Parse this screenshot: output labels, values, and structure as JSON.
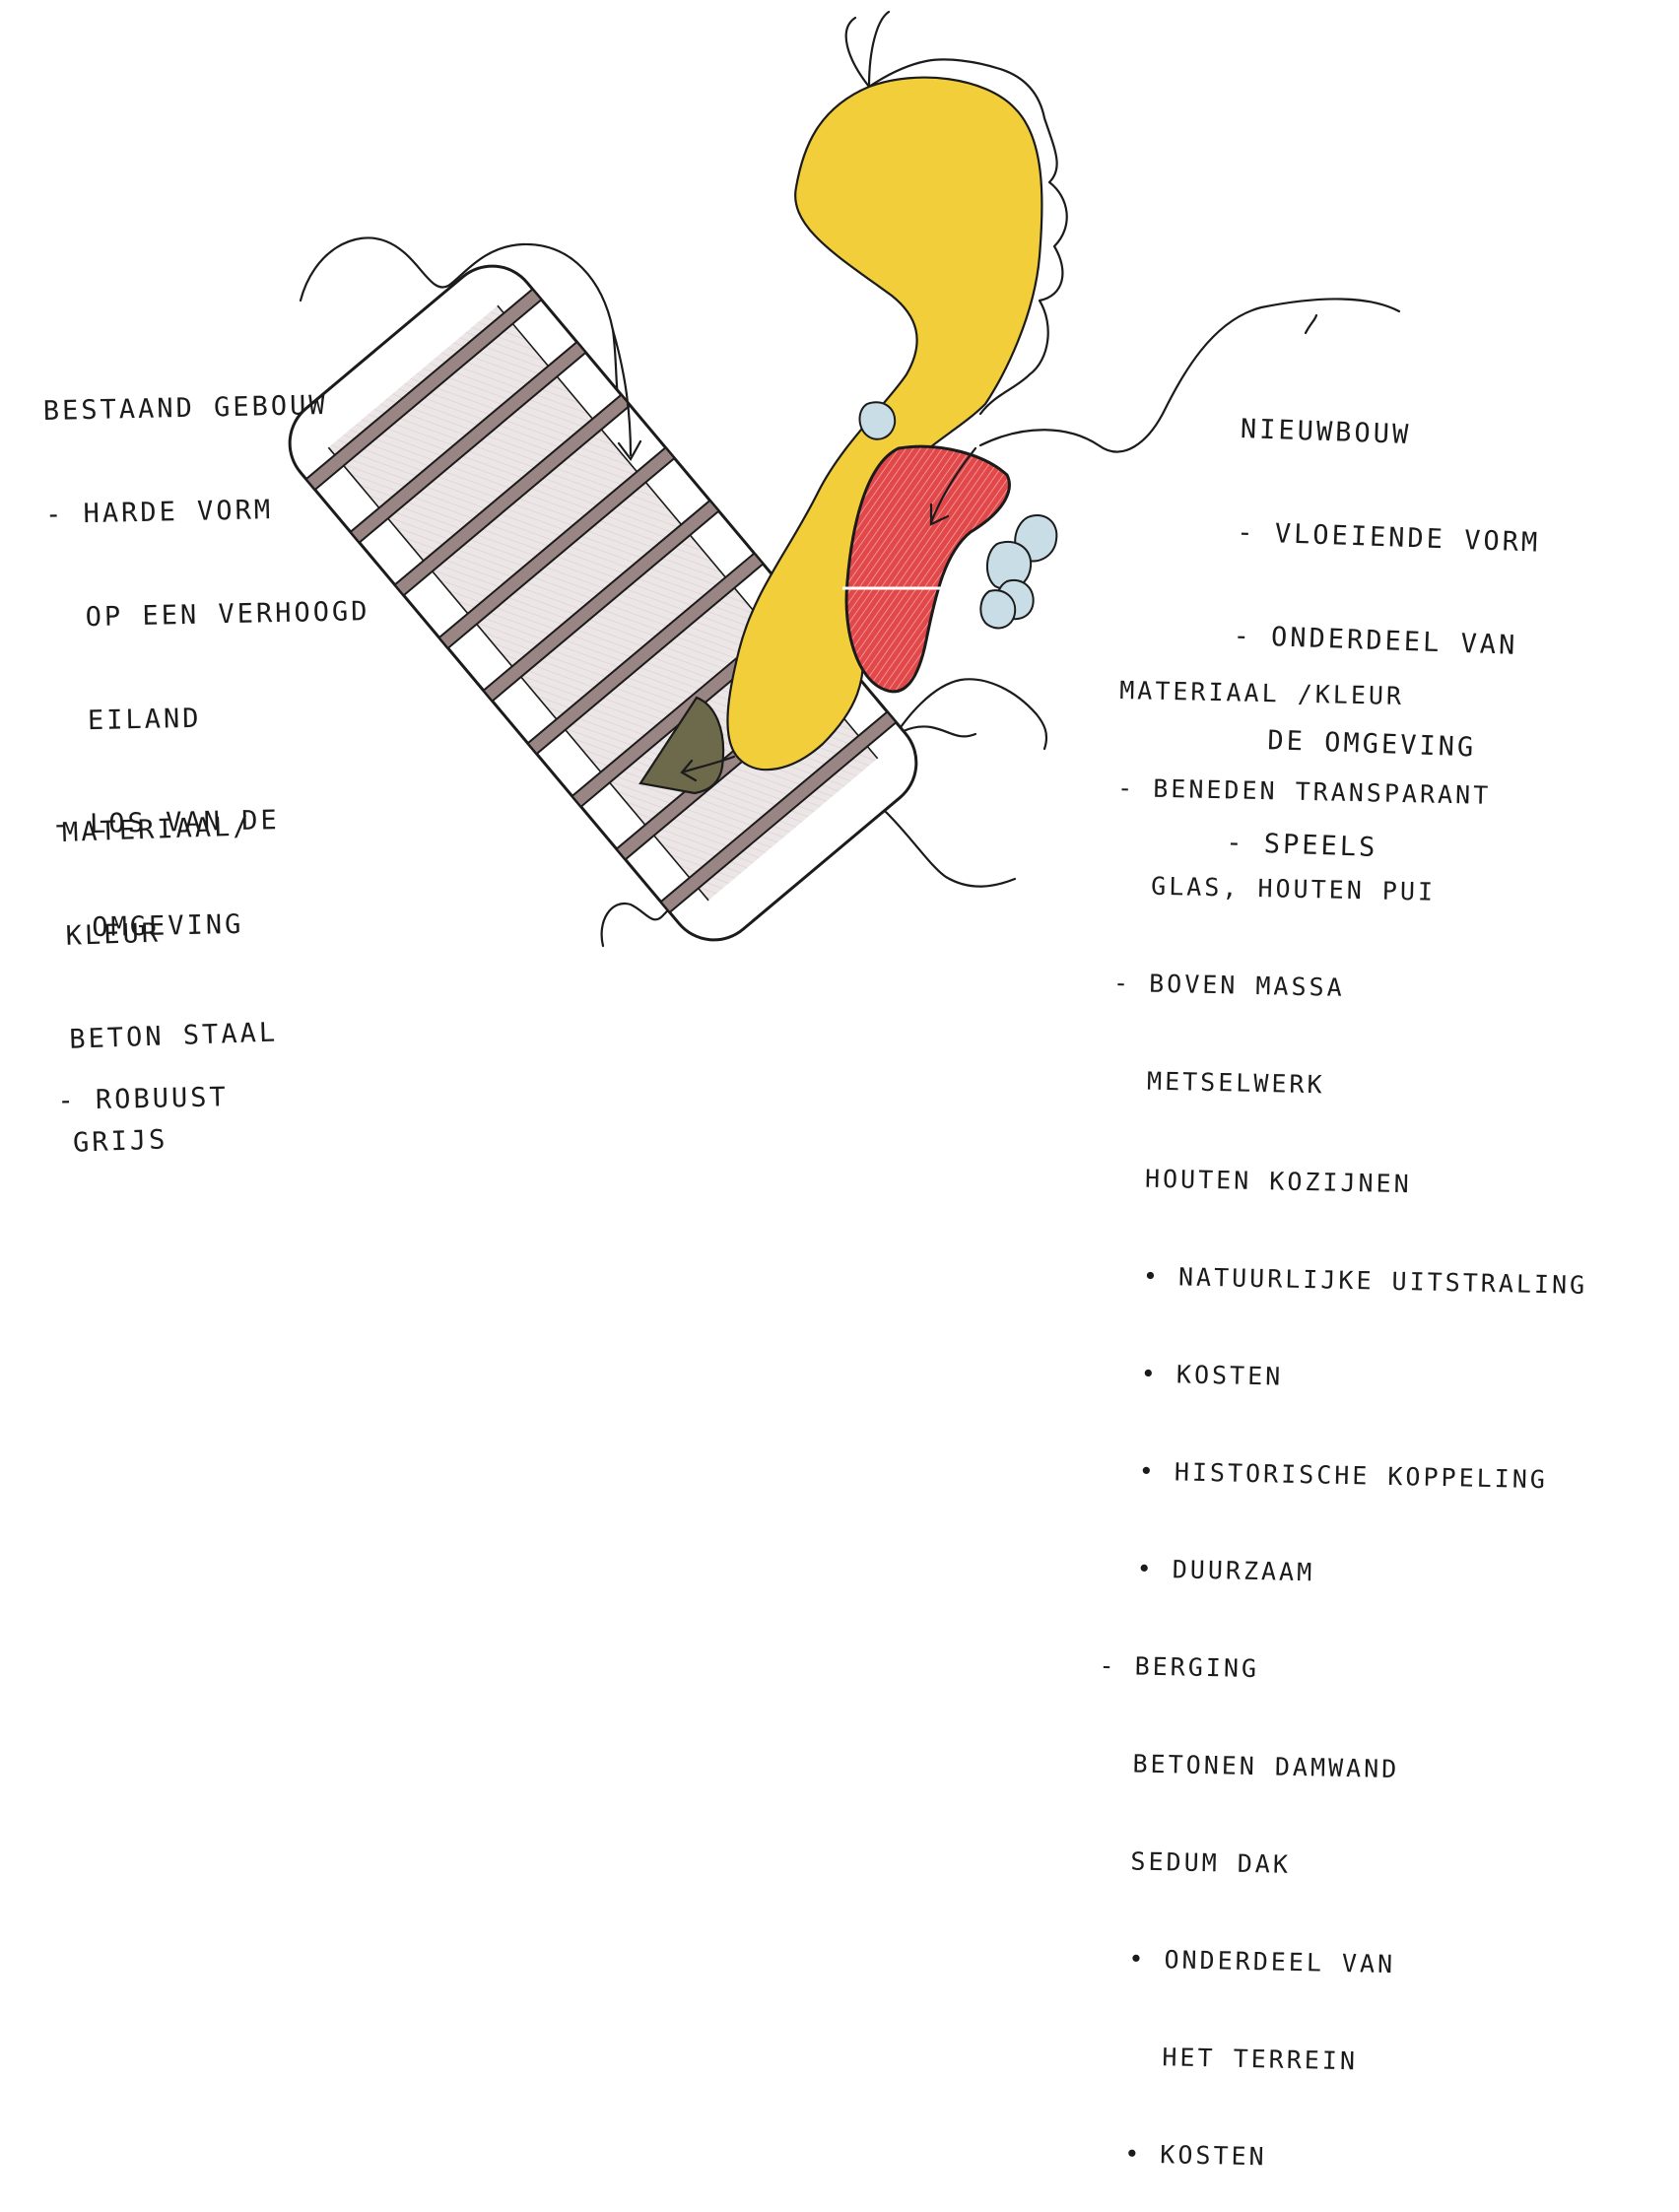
{
  "colors": {
    "existing_fill": "#e9e1e2",
    "beam": "#9a8585",
    "yellow_blob": "#f2cf3a",
    "red_building": "#e2484a",
    "storage_green": "#6d6a4b",
    "rocks": "#c9dde6",
    "ink": "#1b1b1b"
  },
  "notes": {
    "existing_building": {
      "heading": "BESTAAND GEBOUW",
      "lines": [
        "- HARDE VORM",
        "  OP EEN VERHOOGD",
        "  EILAND",
        "- LOS VAN DE",
        "  OMGEVING",
        "",
        "- ROBUUST"
      ]
    },
    "material_left": {
      "lines": [
        "MATERIAAL/",
        "KLEUR",
        "BETON STAAL",
        "GRIJS"
      ]
    },
    "new_build": {
      "heading": "NIEUWBOUW",
      "lines": [
        "- VLOEIENDE VORM",
        "- ONDERDEEL VAN",
        "  DE OMGEVING",
        "- SPEELS"
      ]
    },
    "material_right": {
      "heading": "MATERIAAL /KLEUR",
      "lines": [
        "- BENEDEN TRANSPARANT",
        "  GLAS, HOUTEN PUI",
        "- BOVEN MASSA",
        "  METSELWERK",
        "  HOUTEN KOZIJNEN",
        "  • NATUURLIJKE UITSTRALING",
        "  • KOSTEN",
        "  • HISTORISCHE KOPPELING",
        "  • DUURZAAM",
        "- BERGING",
        "  BETONEN DAMWAND",
        "  SEDUM DAK",
        "  • ONDERDEEL VAN",
        "    HET TERREIN",
        "  • KOSTEN"
      ]
    }
  }
}
